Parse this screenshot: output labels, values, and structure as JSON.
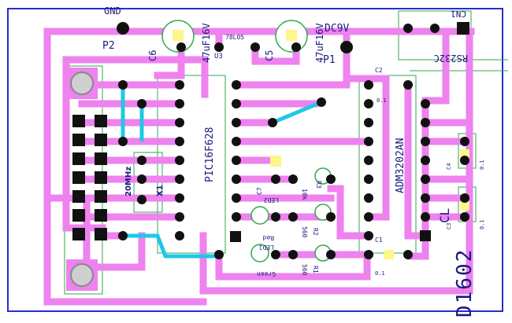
{
  "board": {
    "designator": "D1602",
    "connector_label": "RS232C",
    "connector_ref": "CN1",
    "power_label": "DC9V",
    "gnd_label": "GND"
  },
  "components": {
    "p1": "P1",
    "p2": "P2",
    "c6_ref": "C6",
    "c6_value": "47uF16V",
    "c5_ref": "C5",
    "c5_value": "47uF16V",
    "regulator": "78L05",
    "u3": "U3",
    "mcu": "PIC16F628",
    "driver": "ADM3202AN",
    "crystal_freq": "20MHz",
    "crystal_ref": "X1",
    "c2": "C2",
    "c2_value": "0.1",
    "c1": "C1",
    "c1_value": "0.1",
    "c3": "C3",
    "c3_value": "0.1",
    "c4": "C4",
    "c4_value": "0.1",
    "c7": "C7",
    "r3": "R3",
    "r3_value": "10k",
    "r2": "R2",
    "r2_value": "560",
    "r1": "R1",
    "r1_value": "560",
    "led2": "LED2",
    "led2_color": "Red",
    "led1": "LED1",
    "led1_color": "Green",
    "cl": "CL"
  },
  "colors": {
    "trace": "#ee82ee",
    "jumper": "#1ec8e6",
    "border": "#2a2ad0",
    "outline": "#2fa84f",
    "pad": "#111111",
    "cap_fill": "#fff68a",
    "text": "#1a1a80"
  }
}
